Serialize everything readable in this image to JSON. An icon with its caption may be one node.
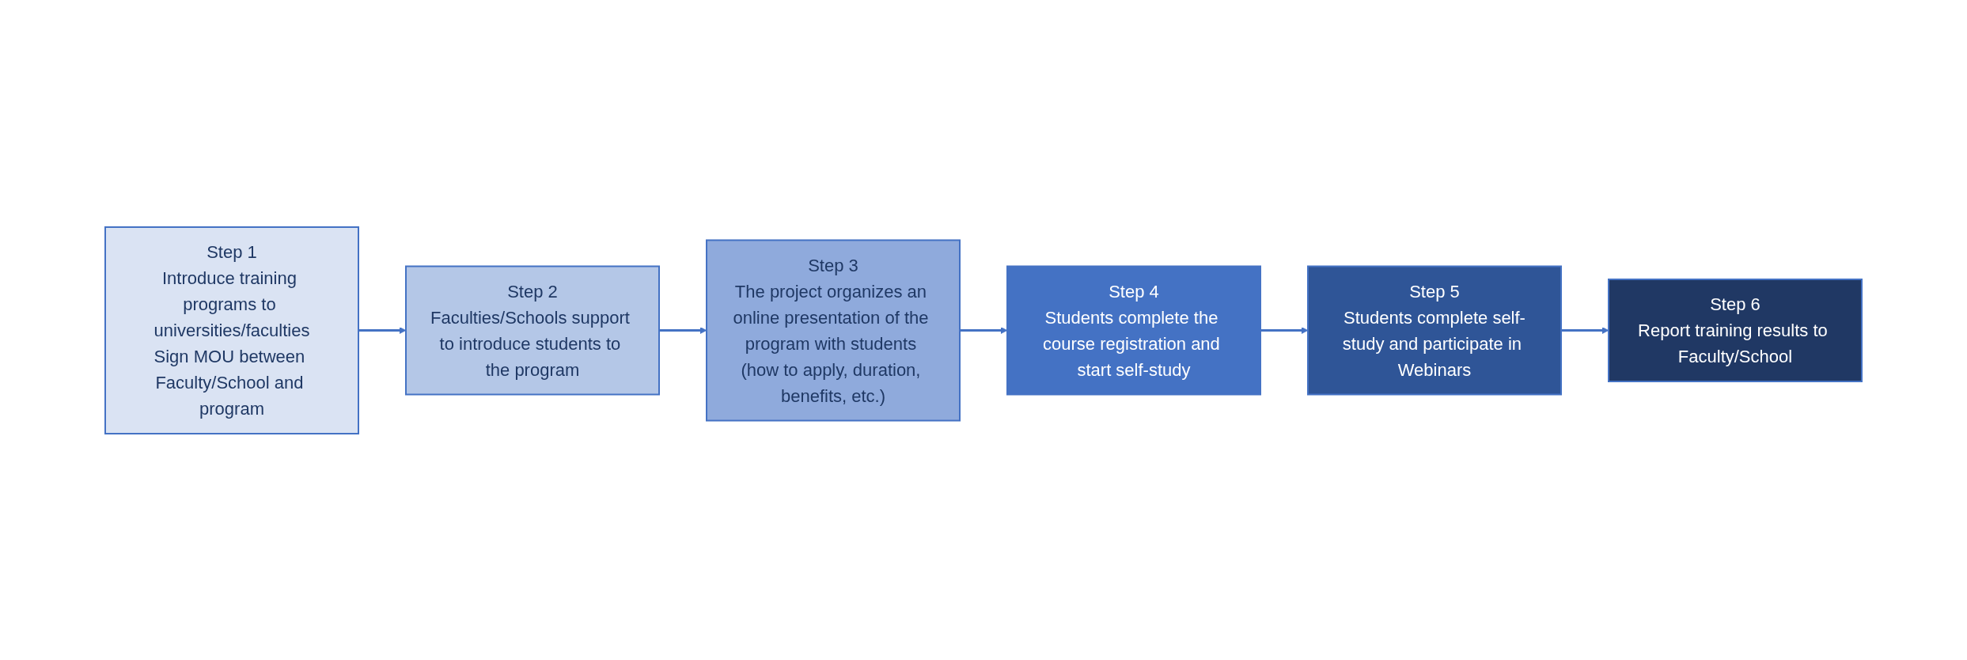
{
  "diagram": {
    "nodes": [
      {
        "text": [
          "Step 1",
          "Introduce training programs to universities/faculties",
          "Sign MOU between Faculty/School and program"
        ]
      },
      {
        "text": [
          "Step 2",
          "Faculties/Schools support to introduce students to the program"
        ]
      },
      {
        "text": [
          "Step 3",
          "The project organizes an online presentation of the program with students (how to apply, duration, benefits, etc.)"
        ]
      },
      {
        "text": [
          "Step 4",
          "Students complete the course registration and start self-study"
        ]
      },
      {
        "text": [
          "Step 5",
          "Students complete self-study and participate in Webinars"
        ]
      },
      {
        "text": [
          "Step 6",
          "Report training results to Faculty/School"
        ]
      }
    ],
    "edges": [
      {
        "from": 0,
        "to": 1,
        "arrow": "to"
      },
      {
        "from": 1,
        "to": 2,
        "arrow": "to"
      },
      {
        "from": 2,
        "to": 3,
        "arrow": "to"
      },
      {
        "from": 3,
        "to": 4,
        "arrow": "to"
      },
      {
        "from": 4,
        "to": 5,
        "arrow": "to"
      }
    ]
  }
}
